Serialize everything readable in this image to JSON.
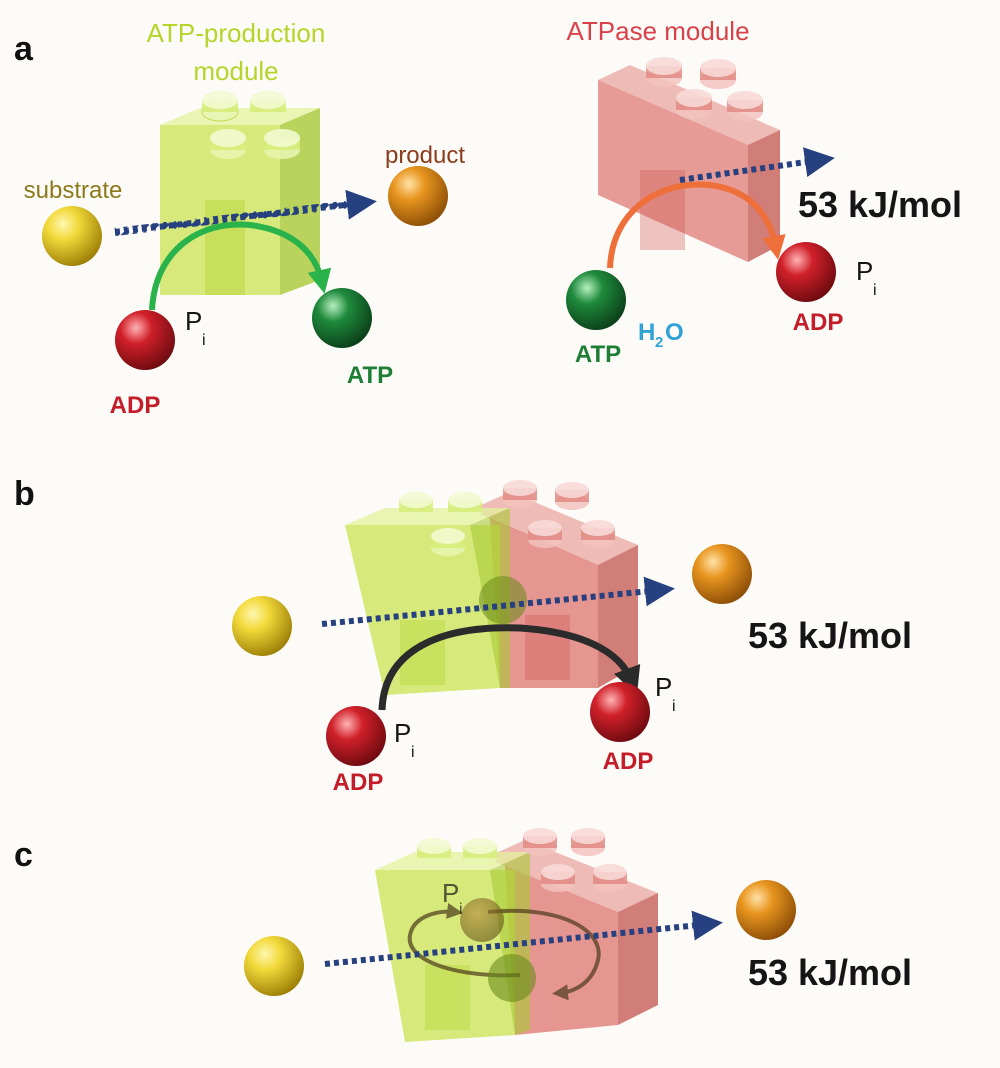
{
  "panels": {
    "a": {
      "letter": "a",
      "production_module_label": [
        "ATP-production",
        "module"
      ],
      "atpase_module_label": "ATPase module",
      "substrate_label": "substrate",
      "product_label": "product",
      "adp_label": "ADP",
      "atp_label": "ATP",
      "pi_label": "P",
      "pi_sub": "i",
      "energy_label": "53 kJ/mol",
      "atp2_label": "ATP",
      "water_label": "H",
      "water_sub": "2",
      "water_o": "O",
      "adp2_label": "ADP",
      "pi2_label": "P",
      "pi2_sub": "i"
    },
    "b": {
      "letter": "b",
      "energy_label": "53 kJ/mol",
      "adp_left_label": "ADP",
      "pi_left_label": "P",
      "pi_left_sub": "i",
      "adp_right_label": "ADP",
      "pi_right_label": "P",
      "pi_right_sub": "i"
    },
    "c": {
      "letter": "c",
      "energy_label": "53 kJ/mol",
      "pi_label": "P",
      "pi_sub": "i"
    }
  },
  "colors": {
    "production_module": "#c6e24a",
    "atpase_module": "#d9605a",
    "substrate": "#e6c820",
    "product": "#d98a1c",
    "adp": "#c41d2a",
    "atp": "#1f7e35",
    "flow": "#27407f",
    "arrow_green": "#2ab34a",
    "arrow_orange": "#ee6f3a",
    "arrow_dark": "#2b2b2b"
  }
}
